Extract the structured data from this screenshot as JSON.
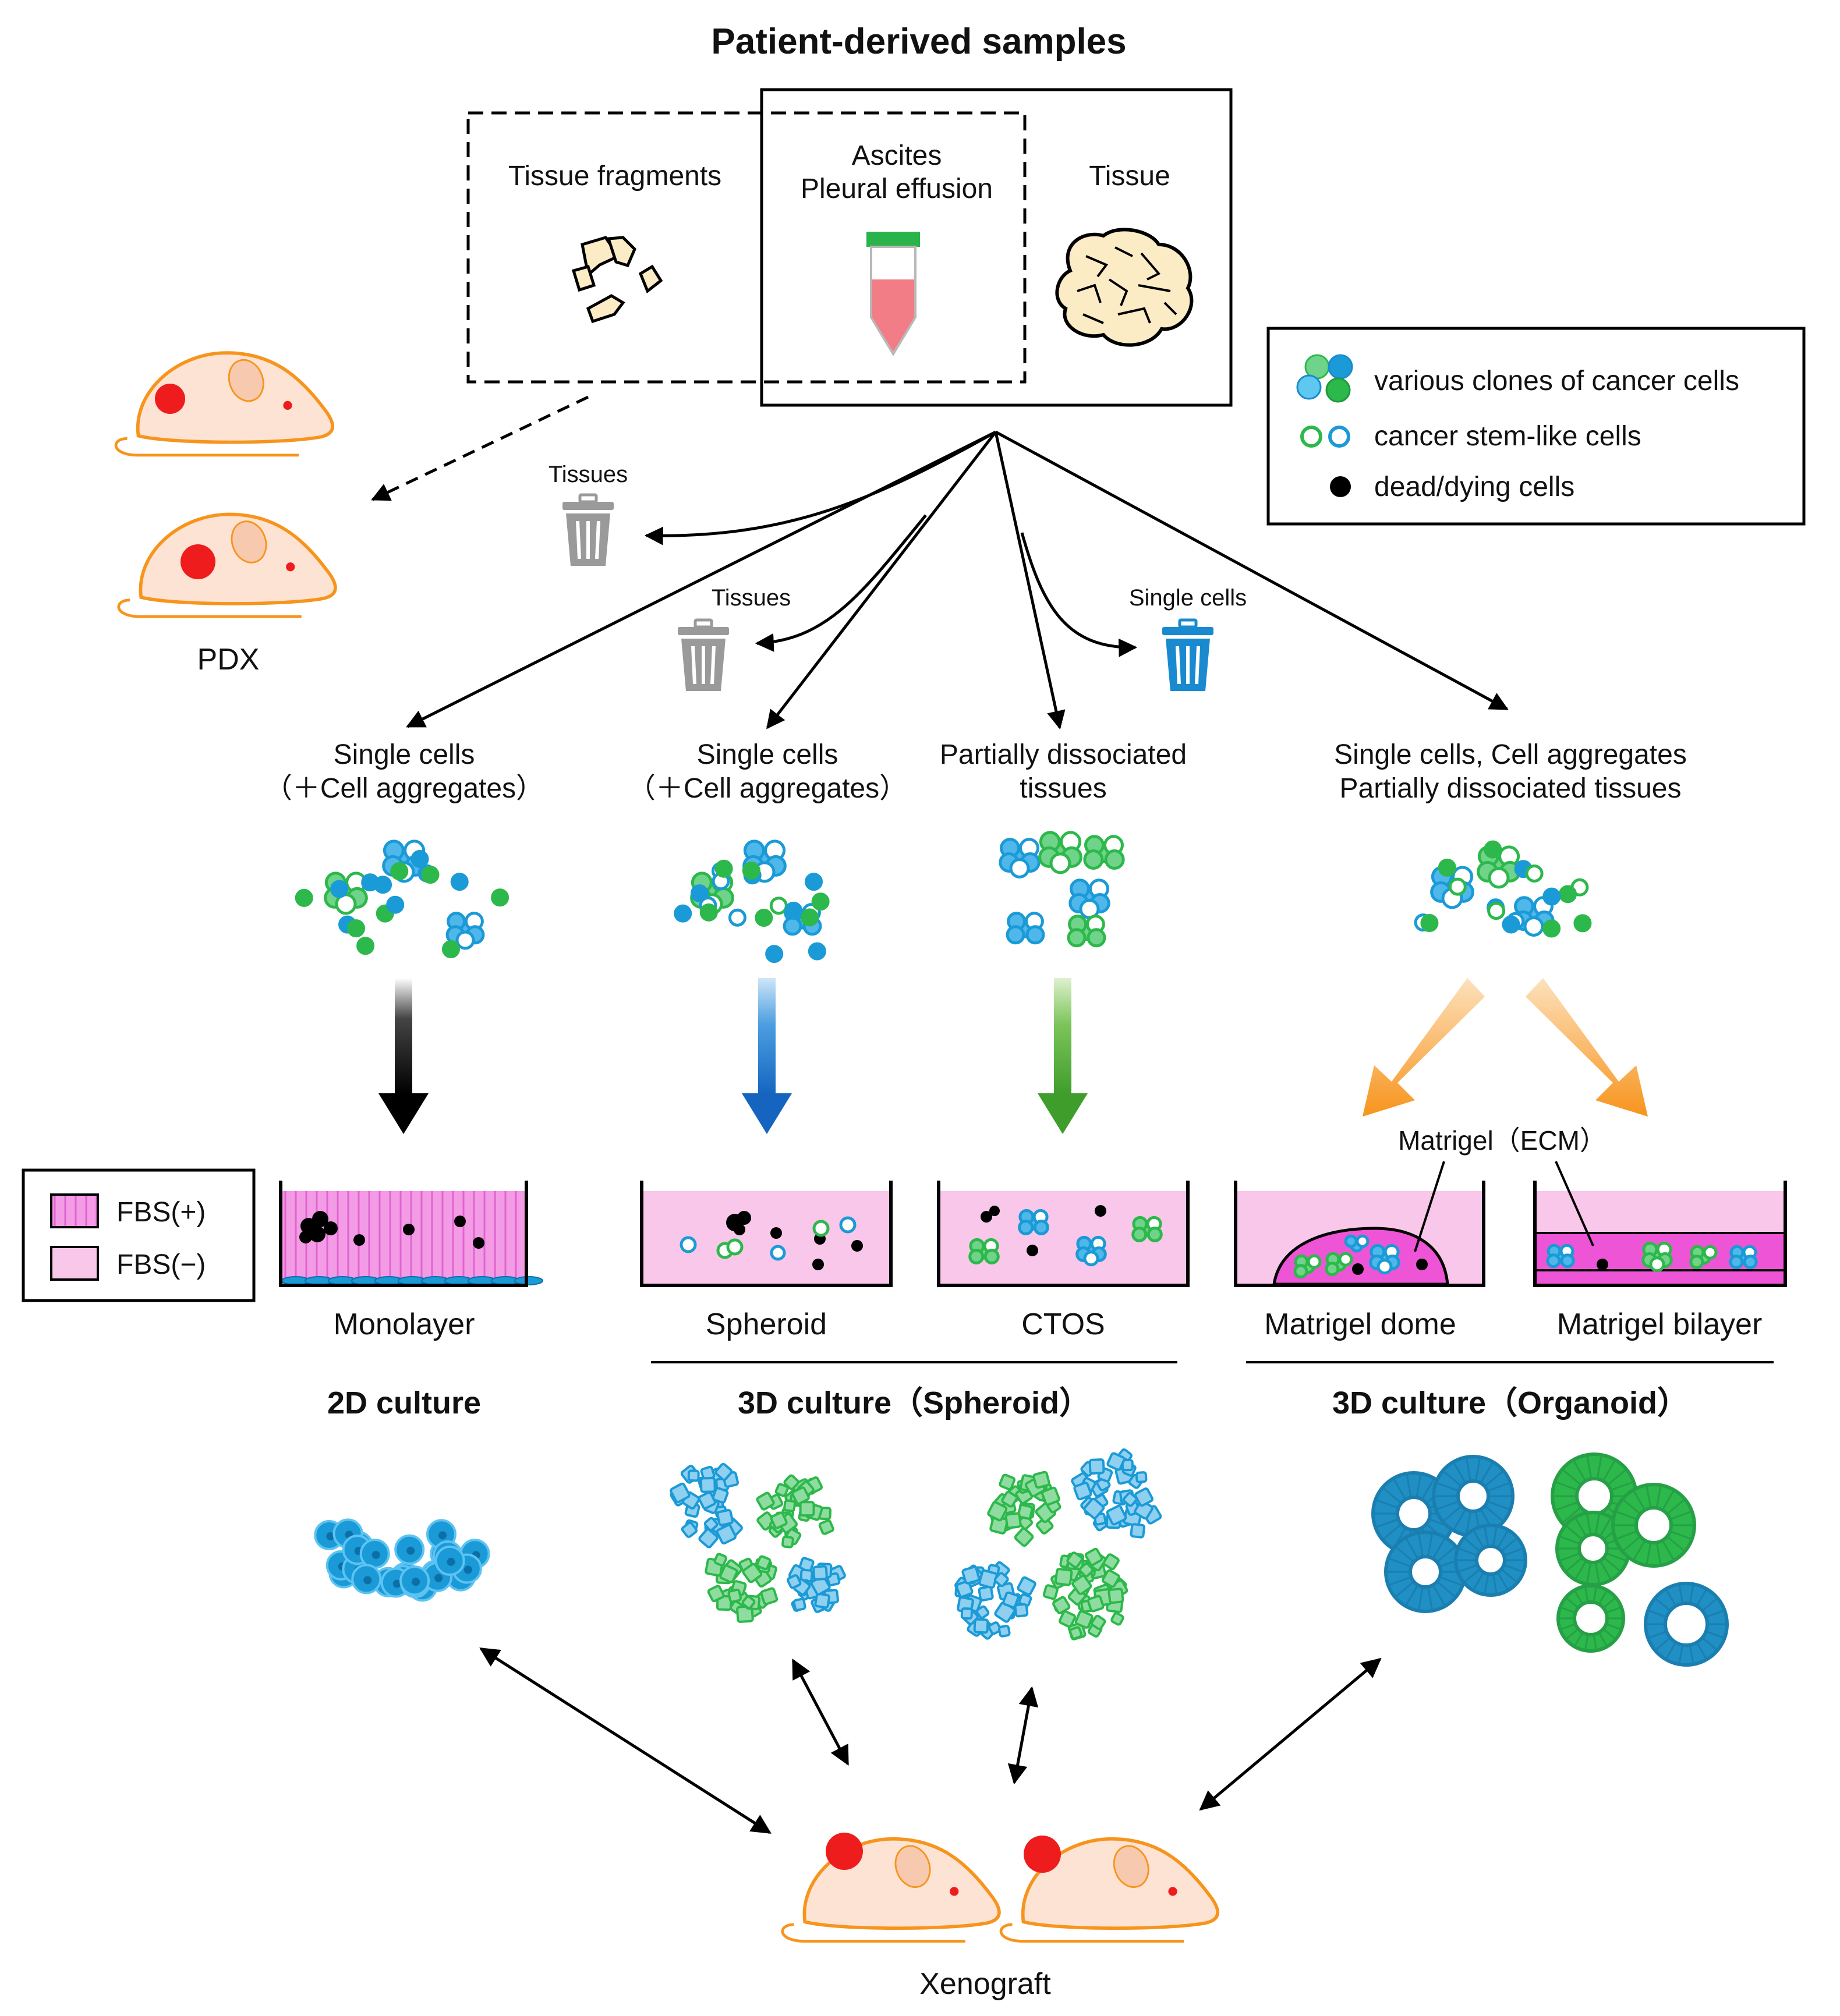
{
  "title": "Patient-derived samples",
  "sources": {
    "tissue_fragments": "Tissue fragments",
    "ascites_line1": "Ascites",
    "ascites_line2": "Pleural effusion",
    "tissue": "Tissue"
  },
  "pdx_label": "PDX",
  "discard": {
    "tissues_a": "Tissues",
    "tissues_b": "Tissues",
    "single_cells": "Single cells"
  },
  "legend_cells": {
    "clones": "various clones of cancer cells",
    "stem": "cancer stem-like cells",
    "dead": "dead/dying cells"
  },
  "inputs": {
    "col1_line1": "Single cells",
    "col1_line2": "（＋Cell aggregates）",
    "col2_line1": "Single cells",
    "col2_line2": "（＋Cell aggregates）",
    "col3_line1": "Partially dissociated",
    "col3_line2": "tissues",
    "col4_line1": "Single cells, Cell aggregates",
    "col4_line2": "Partially dissociated tissues"
  },
  "matrigel_ecm": "Matrigel（ECM）",
  "fbs_legend": {
    "plus": "FBS(+)",
    "minus": "FBS(−)"
  },
  "methods": {
    "monolayer": "Monolayer",
    "spheroid": "Spheroid",
    "ctos": "CTOS",
    "matrigel_dome": "Matrigel dome",
    "matrigel_bilayer": "Matrigel bilayer"
  },
  "groups": {
    "two_d": "2D culture",
    "three_d_spheroid": "3D culture（Spheroid）",
    "three_d_organoid": "3D culture（Organoid）"
  },
  "xenograft_label": "Xenograft",
  "colors": {
    "green": "#2db84b",
    "blue": "#1a9ad6",
    "pink_light": "#f7bfe8",
    "pink_dark": "#ee55d6",
    "orange": "#f7941d",
    "mouse_body": "#fde3d4",
    "tumor_red": "#ee1c1c",
    "arrow_blue": "#1f7fd0",
    "arrow_green": "#55b33b"
  },
  "icons": {
    "tube": "tube-icon",
    "tissue": "tissue-icon",
    "fragments": "tissue-fragments-icon",
    "trash": "trash-icon",
    "mouse": "mouse-icon"
  }
}
